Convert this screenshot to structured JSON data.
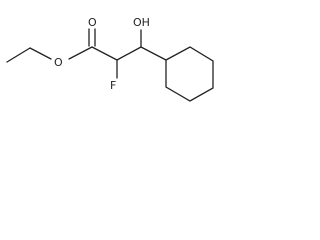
{
  "molecule": {
    "atoms": {
      "carbonyl_oxygen": "O",
      "ester_oxygen": "O",
      "hydroxyl": "OH",
      "fluorine": "F"
    }
  }
}
